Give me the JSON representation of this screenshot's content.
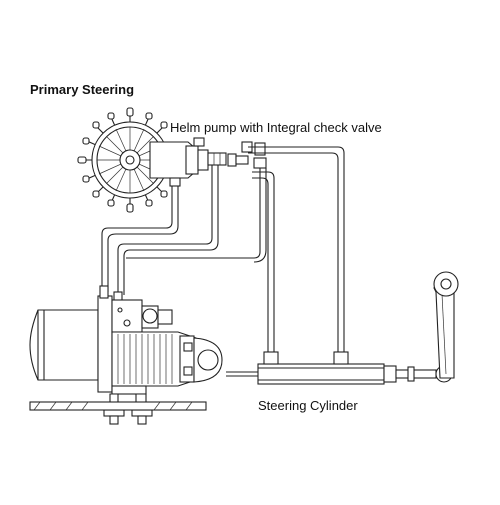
{
  "labels": {
    "title": "Primary Steering",
    "helm_pump": "Helm pump with Integral check valve",
    "cylinder": "Steering Cylinder"
  }
}
